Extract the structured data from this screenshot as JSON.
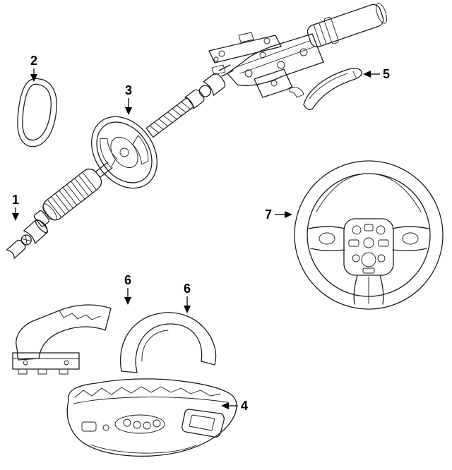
{
  "diagram": {
    "kind": "exploded-parts-line-drawing",
    "subject": "Steering column assembly parts diagram",
    "background": "#ffffff",
    "stroke_color": "#1c1c1c",
    "callout_color": "#000000",
    "callouts": [
      {
        "label": "1",
        "points_to": "lower-universal-joint",
        "arrow_direction": "down"
      },
      {
        "label": "2",
        "points_to": "column-seal",
        "arrow_direction": "down"
      },
      {
        "label": "3",
        "points_to": "coupling-housing",
        "arrow_direction": "down"
      },
      {
        "label": "4",
        "points_to": "lower-column-cover",
        "arrow_direction": "left"
      },
      {
        "label": "5",
        "points_to": "release-lever",
        "arrow_direction": "left"
      },
      {
        "label": "6",
        "points_to": "column-cover-left",
        "arrow_direction": "down"
      },
      {
        "label": "6",
        "points_to": "column-cover-right",
        "arrow_direction": "down"
      },
      {
        "label": "7",
        "points_to": "steering-wheel",
        "arrow_direction": "right"
      }
    ]
  }
}
